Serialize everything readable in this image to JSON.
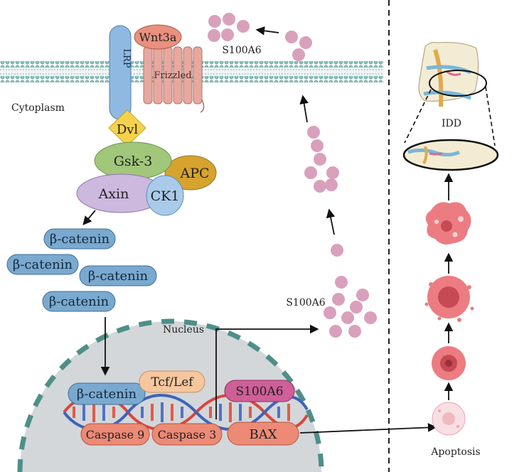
{
  "labels": {
    "wnt3a": "Wnt3a",
    "lrp": "LRP",
    "frizzled": "Frizzled",
    "s100a6_top": "S100A6",
    "cytoplasm": "Cytoplasm",
    "dvl": "Dvl",
    "gsk3": "Gsk-3",
    "apc": "APC",
    "axin": "Axin",
    "ck1": "CK1",
    "beta_catenin": "β-catenin",
    "nucleus": "Nucleus",
    "s100a6_mid": "S100A6",
    "tcf_lef": "Tcf/Lef",
    "s100a6_nuc": "S100A6",
    "caspase9": "Caspase 9",
    "caspase3": "Caspase 3",
    "bax": "BAX",
    "idd": "IDD",
    "apoptosis": "Apoptosis"
  },
  "colors": {
    "membrane": "#7fb3ae",
    "s100a6_ball": "#d9a0bc",
    "beta_catenin": "#7aa9cf",
    "nucleus": "#d3d7da",
    "nuclear_envelope": "#4e8f88",
    "caspase": "#ec8a76",
    "s100a6_nuc": "#cf5f97",
    "tcf_lef": "#f6c79e",
    "cell": "#e8737d"
  }
}
